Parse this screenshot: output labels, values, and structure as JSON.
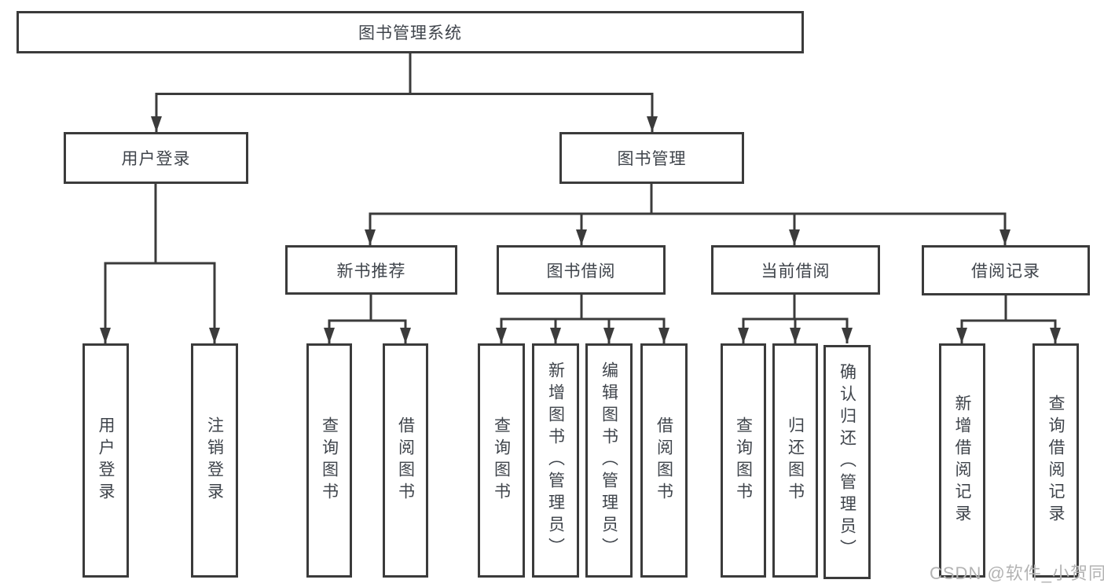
{
  "colors": {
    "line": "#3b3b3b",
    "text": "#3f444b",
    "watermark": "#b3b3b3",
    "background": "#ffffff"
  },
  "watermark": {
    "text": "CSDN @软件_小贺同学"
  },
  "tree": {
    "root": {
      "label": "图书管理系统",
      "children": [
        {
          "label": "用户登录",
          "children": [
            {
              "label": "用户登录"
            },
            {
              "label": "注销登录"
            }
          ]
        },
        {
          "label": "图书管理",
          "children": [
            {
              "label": "新书推荐",
              "children": [
                {
                  "label": "查询图书"
                },
                {
                  "label": "借阅图书"
                }
              ]
            },
            {
              "label": "图书借阅",
              "children": [
                {
                  "label": "查询图书"
                },
                {
                  "label": "新增图书（管理员）"
                },
                {
                  "label": "编辑图书（管理员）"
                },
                {
                  "label": "借阅图书"
                }
              ]
            },
            {
              "label": "当前借阅",
              "children": [
                {
                  "label": "查询图书"
                },
                {
                  "label": "归还图书"
                },
                {
                  "label": "确认归还（管理员）"
                }
              ]
            },
            {
              "label": "借阅记录",
              "children": [
                {
                  "label": "新增借阅记录"
                },
                {
                  "label": "查询借阅记录"
                }
              ]
            }
          ]
        }
      ]
    }
  }
}
